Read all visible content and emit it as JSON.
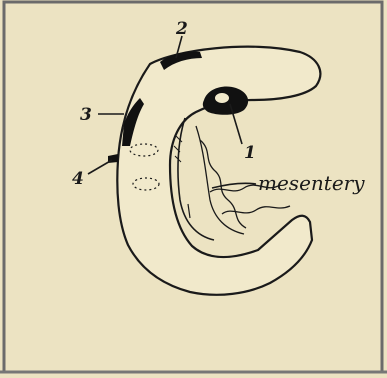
{
  "diagram": {
    "labels": {
      "one": "1",
      "two": "2",
      "three": "3",
      "four": "4",
      "mesentery": "mesentery"
    },
    "colors": {
      "paper": "#ece3c2",
      "ink": "#1a1a1a",
      "border": "#6b6b6b"
    }
  }
}
